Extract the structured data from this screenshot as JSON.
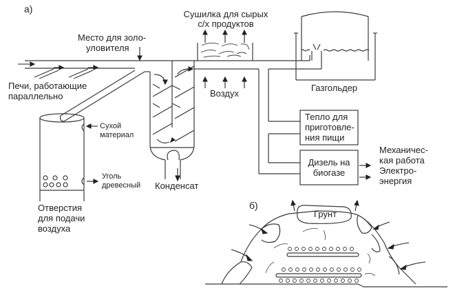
{
  "diagram": {
    "part_a": {
      "label": "а)",
      "ash_catcher_label": [
        "Место для золо-",
        "уловителя"
      ],
      "dryer_label": [
        "Сушилка для сырых",
        "с/х продуктов"
      ],
      "furnaces_label": [
        "Печи, работающие",
        "параллельно"
      ],
      "air_label": "Воздух",
      "gasholder_label": "Газгольдер",
      "dry_material_label": [
        "Сухой",
        "материал"
      ],
      "charcoal_label": [
        "Уголь",
        "древесный"
      ],
      "air_holes_label": [
        "Отверстия",
        "для подачи",
        "воздуха"
      ],
      "condensate_label": "Конденсат",
      "cooking_heat_label": [
        "Тепло для",
        "приготовле-",
        "ния пищи"
      ],
      "diesel_label": [
        "Дизель на",
        "биогазе"
      ],
      "mechanical_label": [
        "Механичес-",
        "кая работа"
      ],
      "electricity_label": [
        "Электро-",
        "энергия"
      ]
    },
    "part_b": {
      "label": "б)",
      "soil_label": "Грунт"
    },
    "colors": {
      "line": "#3a3a3a",
      "text": "#222222",
      "background": "#ffffff"
    }
  }
}
